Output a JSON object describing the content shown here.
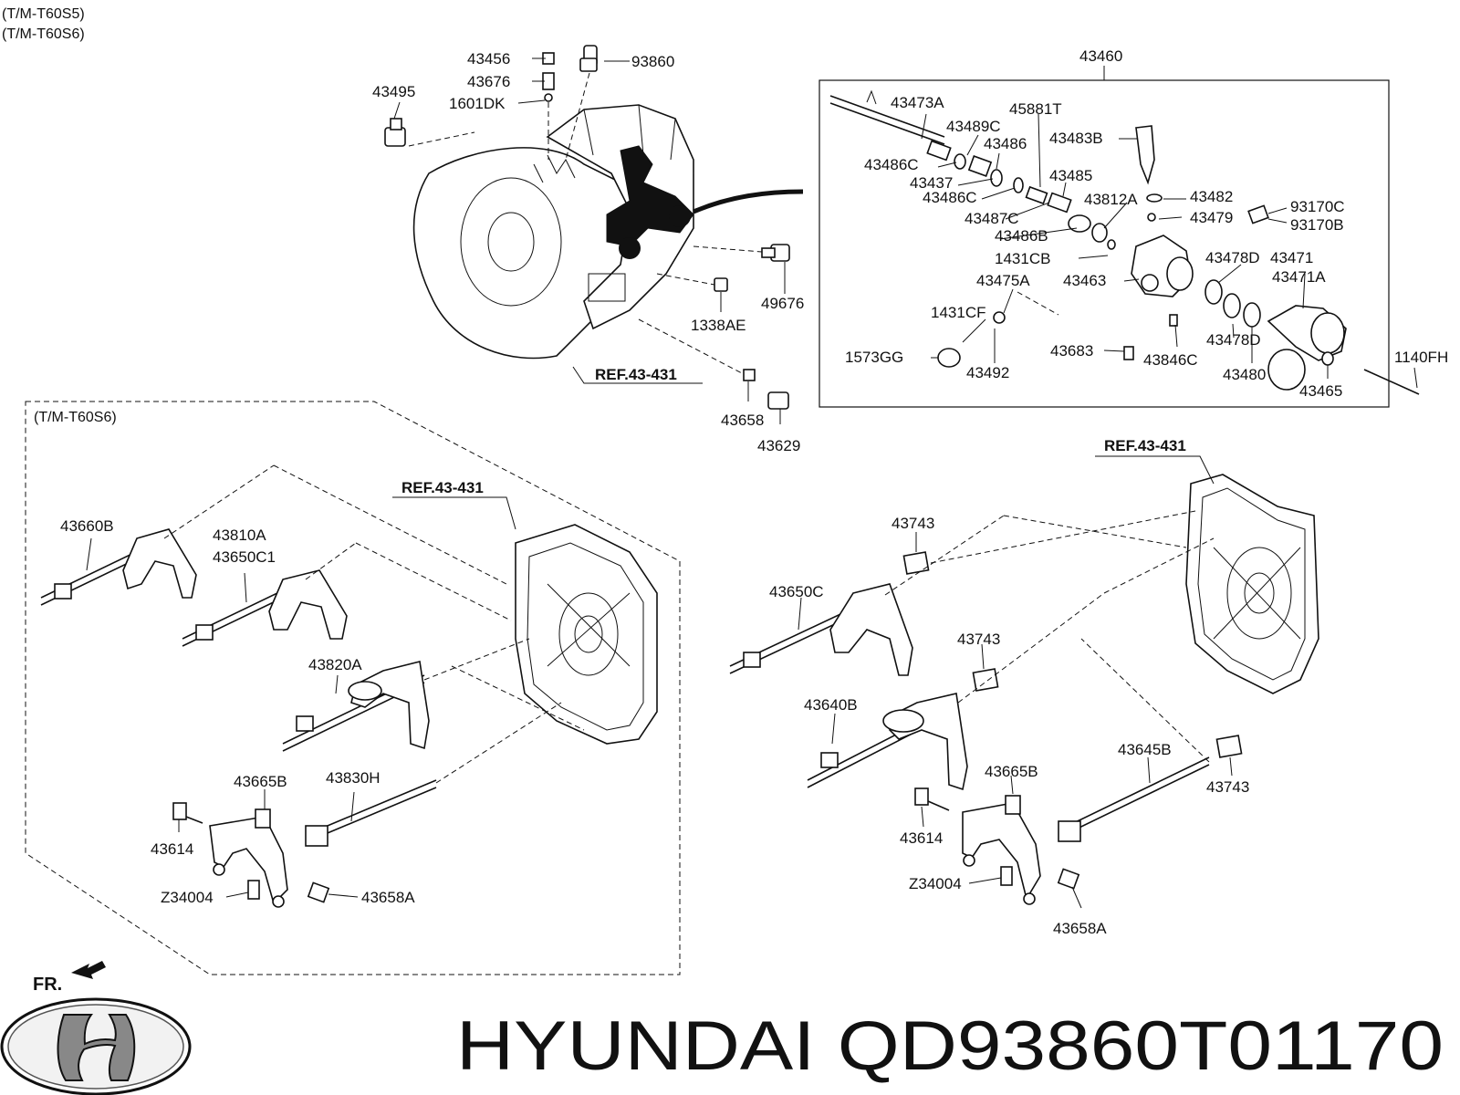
{
  "variants": {
    "top_a": "(T/M-T60S5)",
    "top_b": "(T/M-T60S6)",
    "lower_group": "(T/M-T60S6)"
  },
  "references": {
    "ref_top": "REF.43-431",
    "ref_left": "REF.43-431",
    "ref_right": "REF.43-431"
  },
  "parts": {
    "p43456": "43456",
    "p93860": "93860",
    "p43676": "43676",
    "p1601DK": "1601DK",
    "p43495": "43495",
    "p49676": "49676",
    "p1338AE": "1338AE",
    "p43658": "43658",
    "p43629": "43629",
    "p43460": "43460",
    "p43473A": "43473A",
    "p45881T": "45881T",
    "p43489C": "43489C",
    "p43486": "43486",
    "p43483B": "43483B",
    "p43486C_a": "43486C",
    "p43437": "43437",
    "p43485": "43485",
    "p43486C_b": "43486C",
    "p43812A": "43812A",
    "p43482": "43482",
    "p43487C": "43487C",
    "p43479": "43479",
    "p93170C": "93170C",
    "p93170B": "93170B",
    "p43486B": "43486B",
    "p1431CB": "1431CB",
    "p43478D_a": "43478D",
    "p43471": "43471",
    "p43471A": "43471A",
    "p43475A": "43475A",
    "p43463": "43463",
    "p1431CF": "1431CF",
    "p43478D_b": "43478D",
    "p43683": "43683",
    "p1573GG": "1573GG",
    "p43846C": "43846C",
    "p43480": "43480",
    "p1140FH": "1140FH",
    "p43492": "43492",
    "p43465": "43465",
    "p43660B": "43660B",
    "p43810A": "43810A",
    "p43650C1": "43650C1",
    "p43820A": "43820A",
    "p43665B_l": "43665B",
    "p43830H": "43830H",
    "p43614_l": "43614",
    "p Z34004_l": "Z34004",
    "p43658A_l": "43658A",
    "p43743_a": "43743",
    "p43650C": "43650C",
    "p43743_b": "43743",
    "p43640B": "43640B",
    "p43645B": "43645B",
    "p43743_c": "43743",
    "p43665B_r": "43665B",
    "p43614_r": "43614",
    "pZ34004_r": "Z34004",
    "p43658A_r": "43658A"
  },
  "footer": {
    "fr_label": "FR.",
    "brand_part": "HYUNDAI QD93860T01170",
    "logo_icon": "hyundai-logo-icon"
  }
}
